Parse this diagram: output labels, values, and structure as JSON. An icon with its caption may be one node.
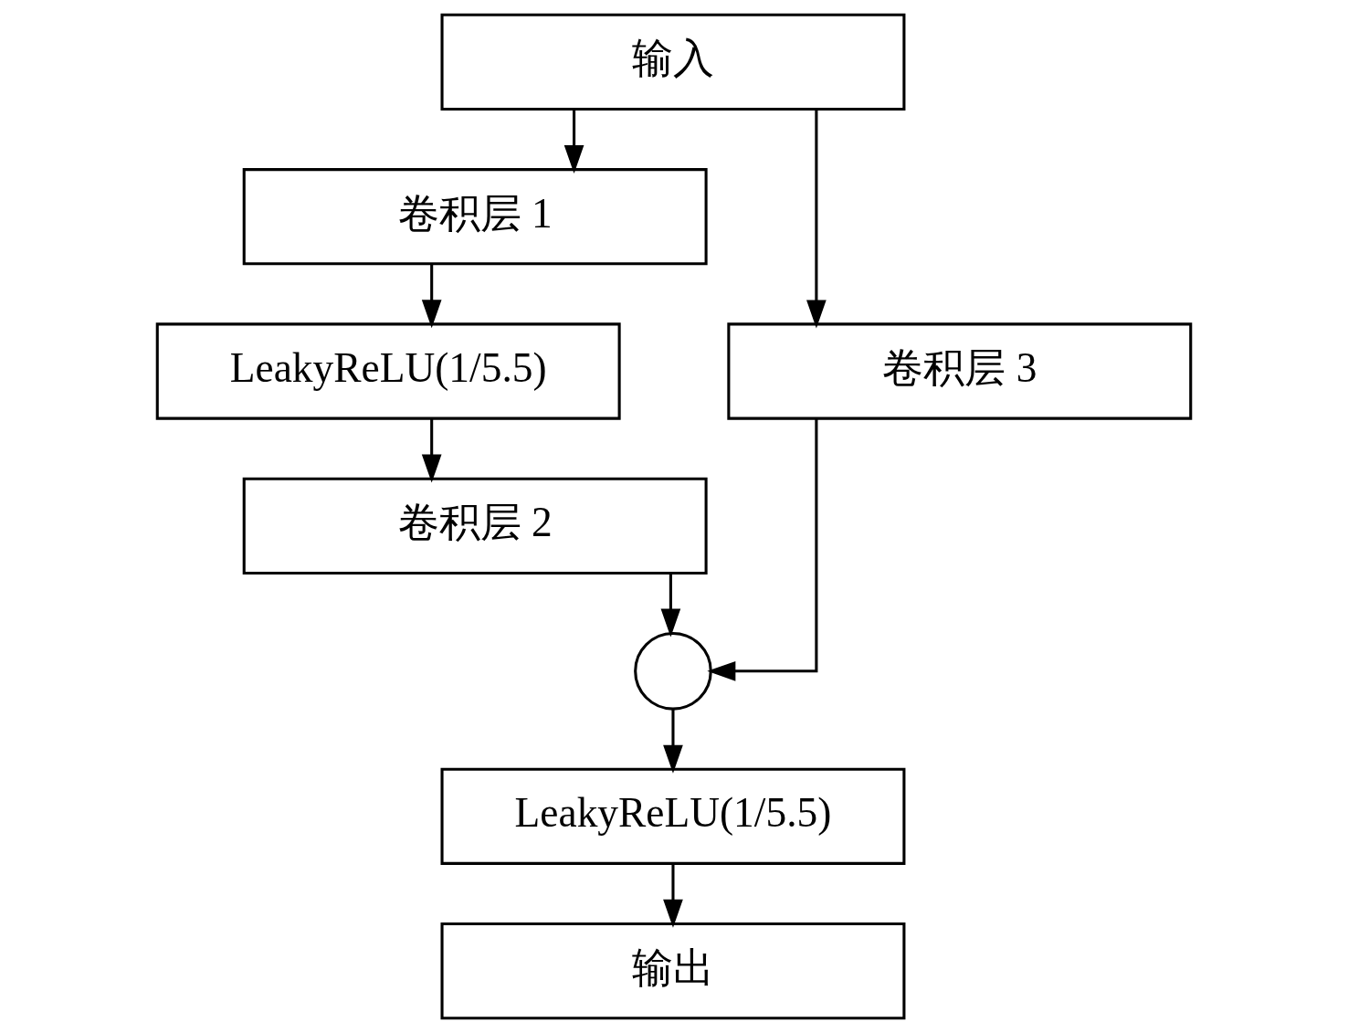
{
  "diagram": {
    "nodes": [
      {
        "text": [
          "输入"
        ]
      },
      {
        "text": [
          "卷积层 1"
        ]
      },
      {
        "text": [
          "LeakyReLU(1/5.5)"
        ]
      },
      {
        "text": [
          "卷积层 2"
        ]
      },
      {
        "text": [
          "卷积层 3"
        ]
      },
      {
        "text": [],
        "shape": "circle"
      },
      {
        "text": [
          "LeakyReLU(1/5.5)"
        ]
      },
      {
        "text": [
          "输出"
        ]
      }
    ],
    "edges": [
      {
        "from": 0,
        "to": 1,
        "arrow": "to"
      },
      {
        "from": 0,
        "to": 4,
        "arrow": "to"
      },
      {
        "from": 1,
        "to": 2,
        "arrow": "to"
      },
      {
        "from": 2,
        "to": 3,
        "arrow": "to"
      },
      {
        "from": 3,
        "to": 5,
        "arrow": "to"
      },
      {
        "from": 4,
        "to": 5,
        "arrow": "to"
      },
      {
        "from": 5,
        "to": 6,
        "arrow": "to"
      },
      {
        "from": 6,
        "to": 7,
        "arrow": "to"
      }
    ]
  }
}
